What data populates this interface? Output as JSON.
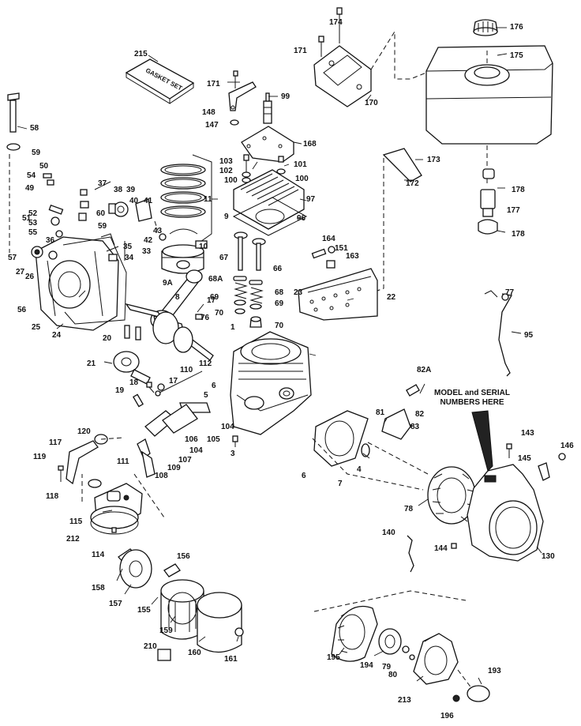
{
  "diagram": {
    "note": [
      "MODEL and SERIAL",
      "NUMBERS HERE"
    ],
    "gasket_set_text": "GASKET SET",
    "part_labels": [
      "174",
      "171",
      "176",
      "175",
      "215",
      "171",
      "99",
      "148",
      "147",
      "170",
      "168",
      "58",
      "59",
      "103",
      "102",
      "100",
      "101",
      "100",
      "173",
      "172",
      "178",
      "177",
      "178",
      "50",
      "54",
      "49",
      "37",
      "38",
      "39",
      "40",
      "41",
      "11",
      "97",
      "96",
      "9",
      "51",
      "52",
      "53",
      "55",
      "57",
      "27",
      "26",
      "60",
      "59",
      "35",
      "42",
      "43",
      "36",
      "34",
      "33",
      "10",
      "9A",
      "67",
      "66",
      "68A",
      "68",
      "69",
      "69",
      "70",
      "70",
      "164",
      "151",
      "163",
      "23",
      "22",
      "77",
      "95",
      "56",
      "25",
      "24",
      "8",
      "17",
      "76",
      "20",
      "1",
      "21",
      "18",
      "17",
      "110",
      "112",
      "19",
      "6",
      "5",
      "82A",
      "81",
      "82",
      "83",
      "120",
      "117",
      "119",
      "111",
      "106",
      "104",
      "105",
      "104",
      "3",
      "107",
      "109",
      "108",
      "6",
      "7",
      "4",
      "143",
      "146",
      "145",
      "78",
      "118",
      "115",
      "212",
      "114",
      "140",
      "144",
      "130",
      "158",
      "156",
      "157",
      "155",
      "159",
      "210",
      "160",
      "161",
      "195",
      "194",
      "79",
      "80",
      "193",
      "213",
      "196"
    ]
  }
}
